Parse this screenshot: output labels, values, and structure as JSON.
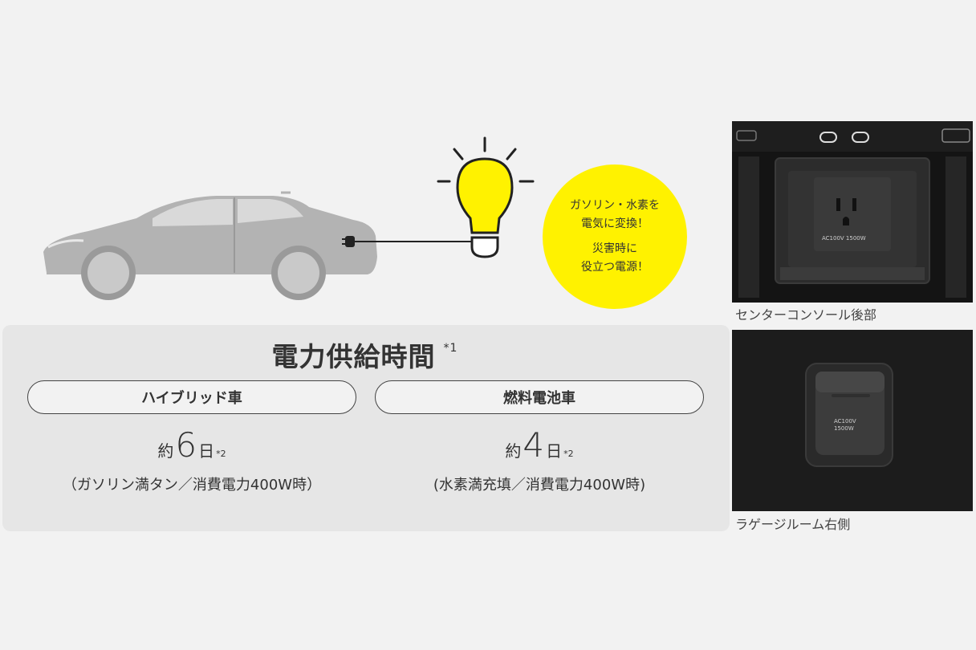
{
  "bubble": {
    "line1": "ガソリン・水素を",
    "line2": "電気に変換！",
    "line3": "災害時に",
    "line4": "役立つ電源！"
  },
  "panel": {
    "title": "電力供給時間",
    "title_note": "*1",
    "hybrid": {
      "label": "ハイブリッド車",
      "prefix": "約",
      "number": "6",
      "unit": "日",
      "note": "*2",
      "condition": "（ガソリン満タン／消費電力400W時）"
    },
    "fcev": {
      "label": "燃料電池車",
      "prefix": "約",
      "number": "4",
      "unit": "日",
      "note": "*2",
      "condition": "(水素満充填／消費電力400W時)"
    }
  },
  "photos": {
    "console_caption": "センターコンソール後部",
    "console_outlet_text": "AC100V 1500W",
    "luggage_caption": "ラゲージルーム右側",
    "luggage_outlet_line1": "AC100V",
    "luggage_outlet_line2": "1500W"
  },
  "colors": {
    "accent_yellow": "#fff200",
    "background": "#f2f2f2",
    "panel": "#e6e6e6"
  }
}
